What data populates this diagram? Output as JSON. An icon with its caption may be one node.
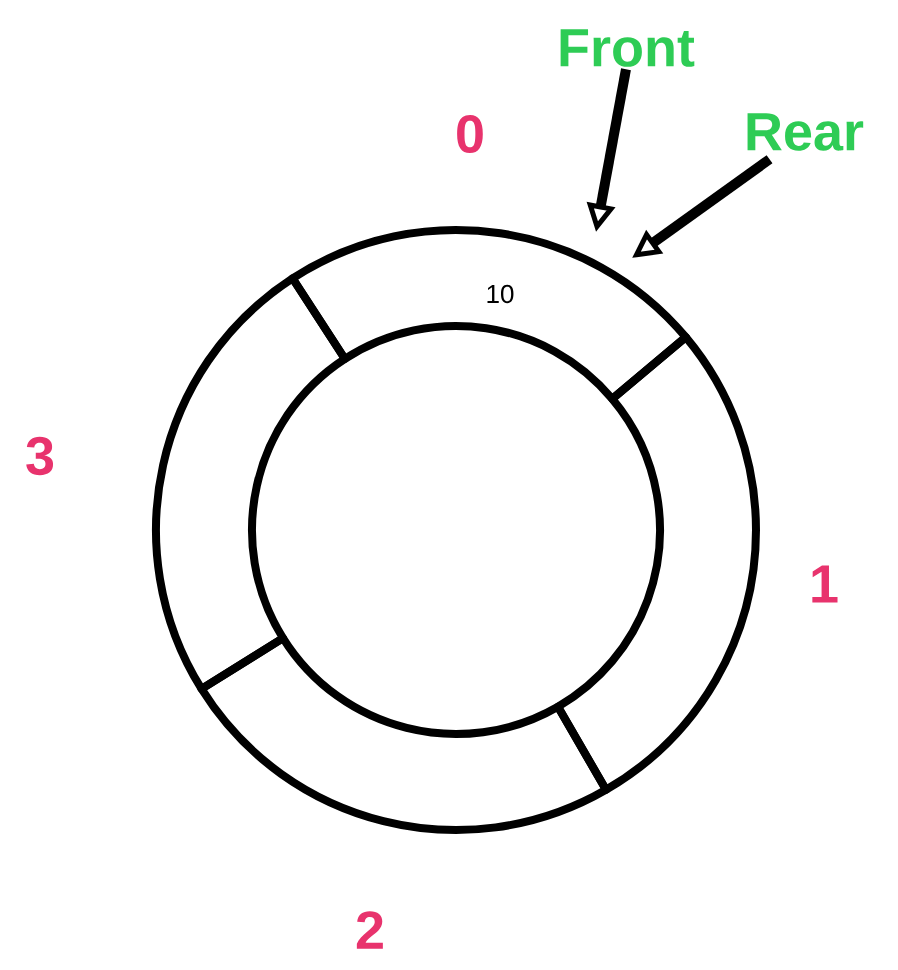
{
  "diagram": {
    "nodes": [
      {
        "text": [
          "Front"
        ]
      },
      {
        "text": [
          "Rear"
        ]
      },
      {
        "text": [
          "10"
        ],
        "beside": [
          "0"
        ]
      },
      {
        "text": [],
        "shape": "arc",
        "beside": [
          "1"
        ]
      },
      {
        "text": [],
        "shape": "arc",
        "beside": [
          "2"
        ]
      },
      {
        "text": [],
        "shape": "arc",
        "beside": [
          "3"
        ]
      }
    ],
    "edges": [
      {
        "from": 0,
        "to": 2,
        "arrow": "to"
      },
      {
        "from": 1,
        "to": 2,
        "arrow": "to"
      }
    ]
  }
}
